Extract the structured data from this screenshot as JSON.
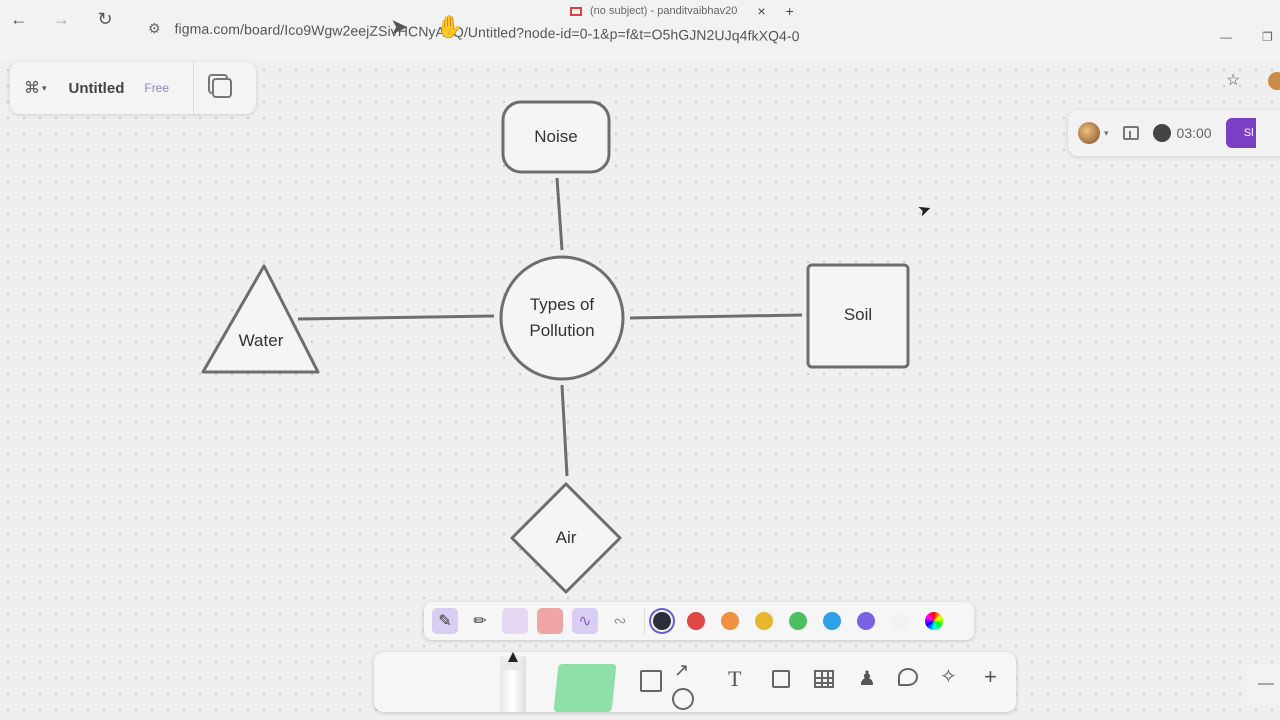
{
  "browser": {
    "tab_title": "(no subject) - panditvaibhav20",
    "tab_close": "×",
    "new_tab": "+",
    "back": "←",
    "forward": "→",
    "reload": "↻",
    "url": "figma.com/board/Ico9Wgw2eejZSivHCNyAuQ/Untitled?node-id=0-1&p=f&t=O5hGJN2UJq4fkXQ4-0",
    "minimize": "—",
    "restore": "❐",
    "star": "☆"
  },
  "file_toolbar": {
    "file_name": "Untitled",
    "plan": "Free"
  },
  "right_toolbar": {
    "timer": "03:00",
    "share_label": "Sl"
  },
  "diagram": {
    "center": "Types of Pollution",
    "nodes": {
      "top": "Noise",
      "left": "Water",
      "right": "Soil",
      "bottom": "Air"
    }
  },
  "draw_options": {
    "colors": [
      "#2b2f3a",
      "#e04646",
      "#f09040",
      "#e8b52e",
      "#4cc060",
      "#2ea0e8",
      "#7a62e0",
      "#f2f2f2"
    ],
    "selected_color": "#2b2f3a"
  },
  "bottom_tools": {
    "select": "➤",
    "hand": "✋",
    "text": "T",
    "add": "+"
  },
  "zoom": {
    "minus": "—"
  }
}
